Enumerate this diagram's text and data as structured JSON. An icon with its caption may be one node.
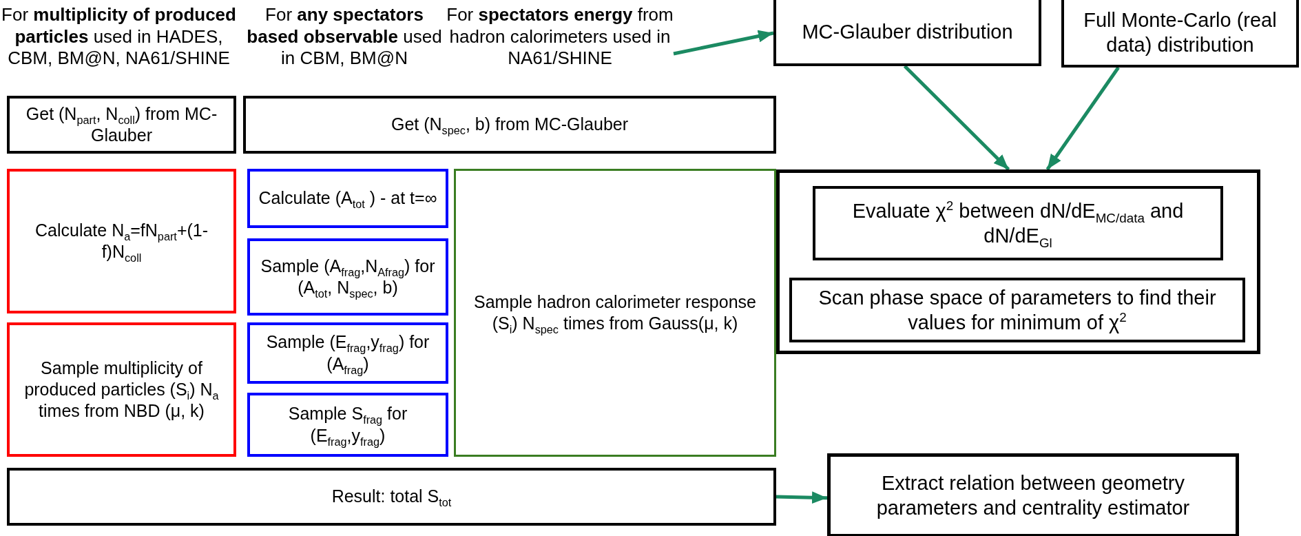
{
  "diagram": {
    "nodes": [
      {
        "text": [
          "For **spectators energy** from hadron calorimeters used in NA61/SHINE"
        ]
      },
      {
        "text": [
          "MC-Glauber distribution"
        ]
      },
      {
        "text": [
          "Full Monte-Carlo (real data) distribution"
        ]
      },
      {
        "text": [
          "Get (N$_{part}$, N$_{coll}$) from MC-Glauber"
        ]
      },
      {
        "text": [
          "Get (N$_{spec}$, b) from MC-Glauber"
        ]
      },
      {
        "text": [],
        "shape": "box"
      },
      {
        "text": [
          "Evaluate χ$^{2}$ between dN/dE$_{MC/data}$ and dN/dE$_{Gl}$"
        ],
        "in": 5
      },
      {
        "text": [
          "Scan phase space of parameters to find their values for minimum of χ$^{2}$"
        ],
        "in": 5
      },
      {
        "text": [
          "Calculate N$_{a}$=fN$_{part}$+(1-f)N$_{coll}$"
        ]
      },
      {
        "text": [
          "Calculate (A$_{tot}$ ) - at t=∞"
        ]
      },
      {
        "text": [
          "Sample (A$_{frag}$,N$_{Afrag}$) for (A$_{tot}$, N$_{spec}$, b)"
        ]
      },
      {
        "text": [
          "Sample hadron calorimeter response (S$_{i}$) N$_{spec}$ times from Gauss(μ, k)"
        ]
      },
      {
        "text": [
          "Sample multiplicity of produced particles (S$_{i}$) N$_{a}$ times from NBD (μ, k)"
        ]
      },
      {
        "text": [
          "Sample (E$_{frag}$,y$_{frag}$) for (A$_{frag}$)"
        ]
      },
      {
        "text": [
          "Sample S$_{frag}$ for (E$_{frag}$,y$_{frag}$)"
        ]
      },
      {
        "text": [
          "Result: total S$_{tot}$"
        ]
      },
      {
        "text": [
          "Extract relation between geometry parameters and centrality estimator"
        ]
      }
    ],
    "edges": [
      {
        "from": 0,
        "to": 1,
        "arrow": "to"
      },
      {
        "from": 1,
        "to": 5,
        "arrow": "to"
      },
      {
        "from": 2,
        "to": 5,
        "arrow": "to"
      },
      {
        "from": 15,
        "to": 16,
        "arrow": "to"
      }
    ],
    "labels": [
      "For **multiplicity of produced particles** used in HADES, CBM, BM@N, NA61/SHINE",
      "For **any spectators based observable** used in CBM, BM@N"
    ]
  }
}
